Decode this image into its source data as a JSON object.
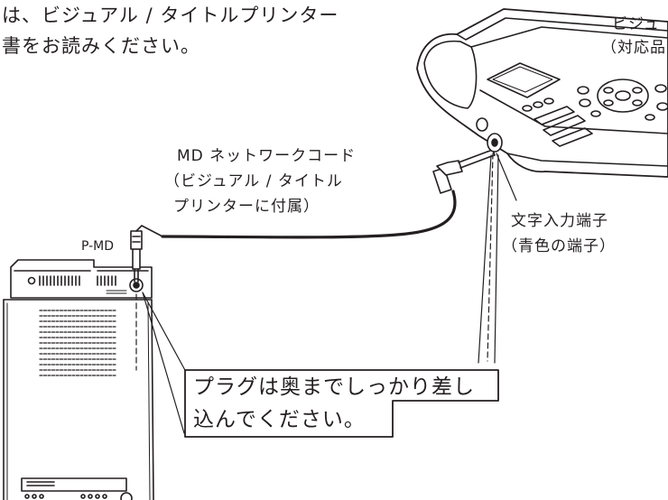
{
  "top_text": {
    "line1": "は、ビジュアル / タイトルプリンター",
    "line2": "書をお読みください。"
  },
  "printer_label": {
    "line1": "ビジュ",
    "line2": "（対応品"
  },
  "cord_label": {
    "line1": "MD ネットワークコード",
    "line2": "（ビジュアル / タイトル",
    "line3": "プリンターに付属）"
  },
  "jack_label": {
    "line1": "文字入力端子",
    "line2": "（青色の端子）"
  },
  "port_label": "P-MD",
  "callout": {
    "line1": "プラグは奥までしっかり差し",
    "line2": "込んでください。"
  }
}
